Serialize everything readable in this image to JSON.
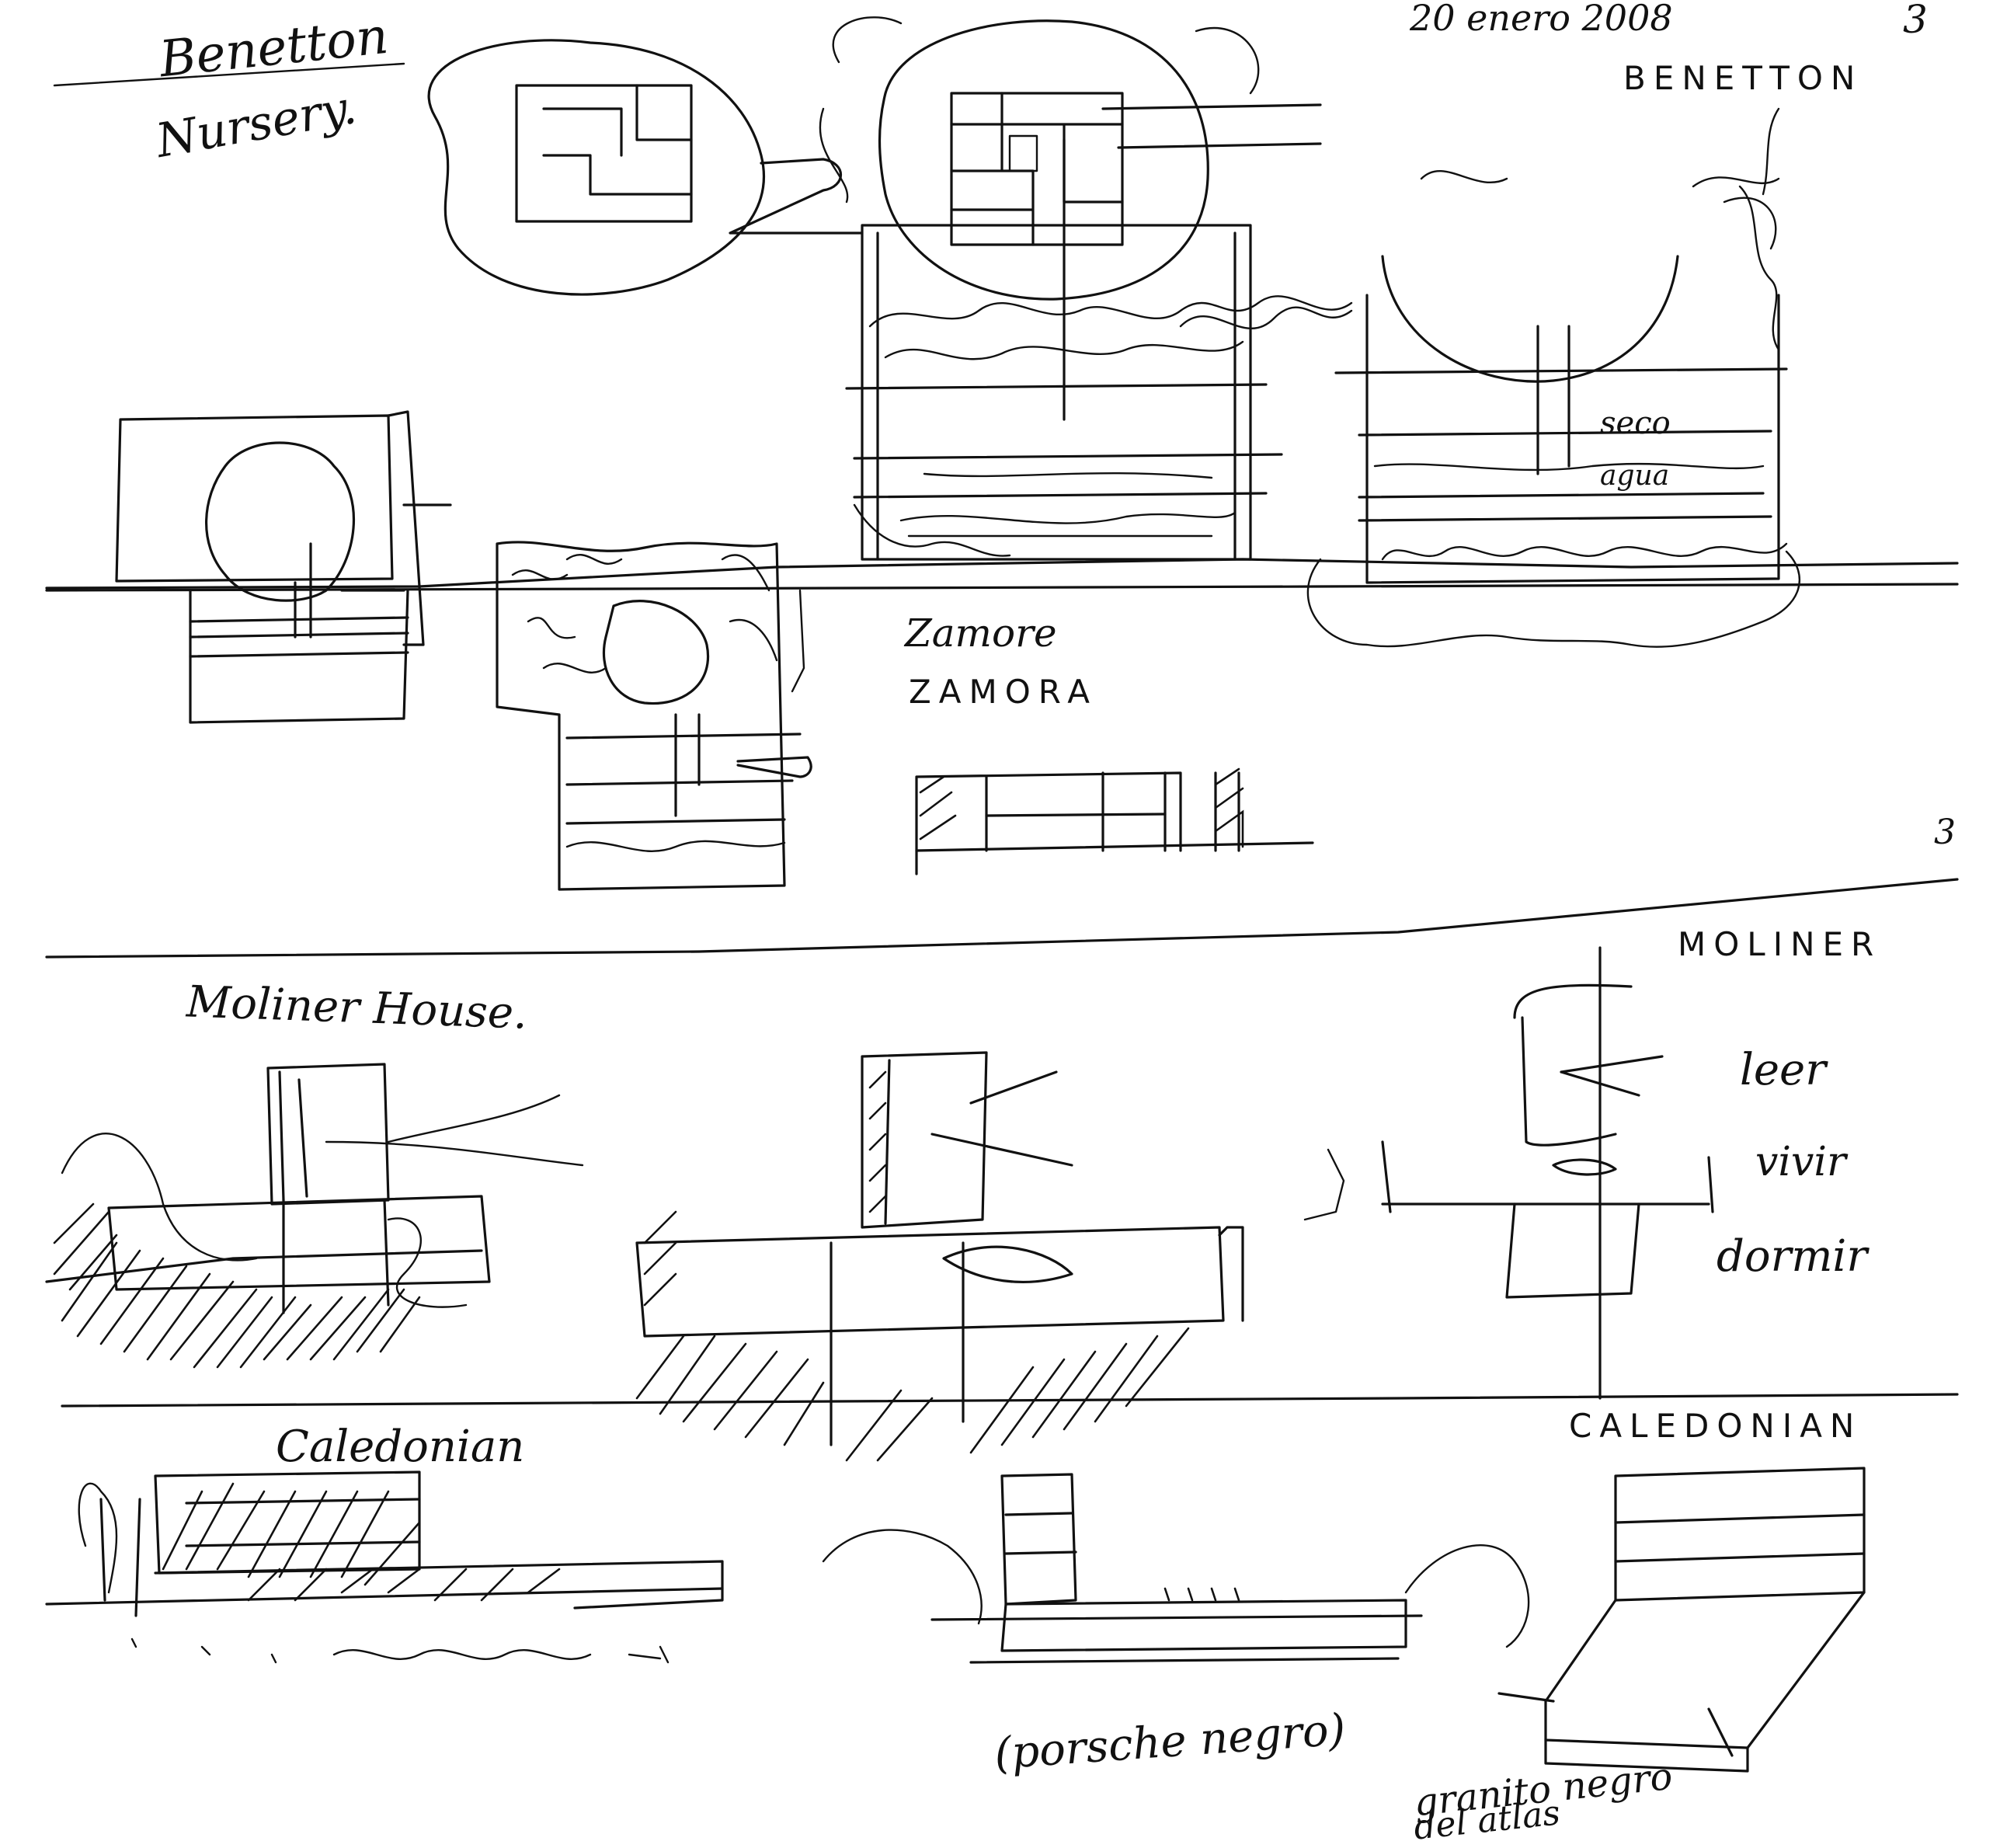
{
  "sheet": {
    "ink_color": "#111111",
    "paper_color": "#ffffff"
  },
  "notes": {
    "date": "20 enero 2008",
    "page_number_top": "3",
    "page_number_side": "3",
    "benetton_title": "Benetton",
    "benetton_subtitle": "Nursery.",
    "benetton_caps": "BENETTON",
    "seco": "seco",
    "agua": "agua",
    "zamora_1": "Zamore",
    "zamora_2": "ZAMORA",
    "moliner_caps": "MOLINER",
    "moliner_house": "Moliner House.",
    "leer": "leer",
    "vivir": "vivir",
    "dormir": "dormir",
    "caledonian_script": "Caledonian",
    "caledonian_caps": "CALEDONIAN",
    "porsche": "(porsche negro)",
    "granito_1": "granito negro",
    "granito_2": "del atlas"
  }
}
